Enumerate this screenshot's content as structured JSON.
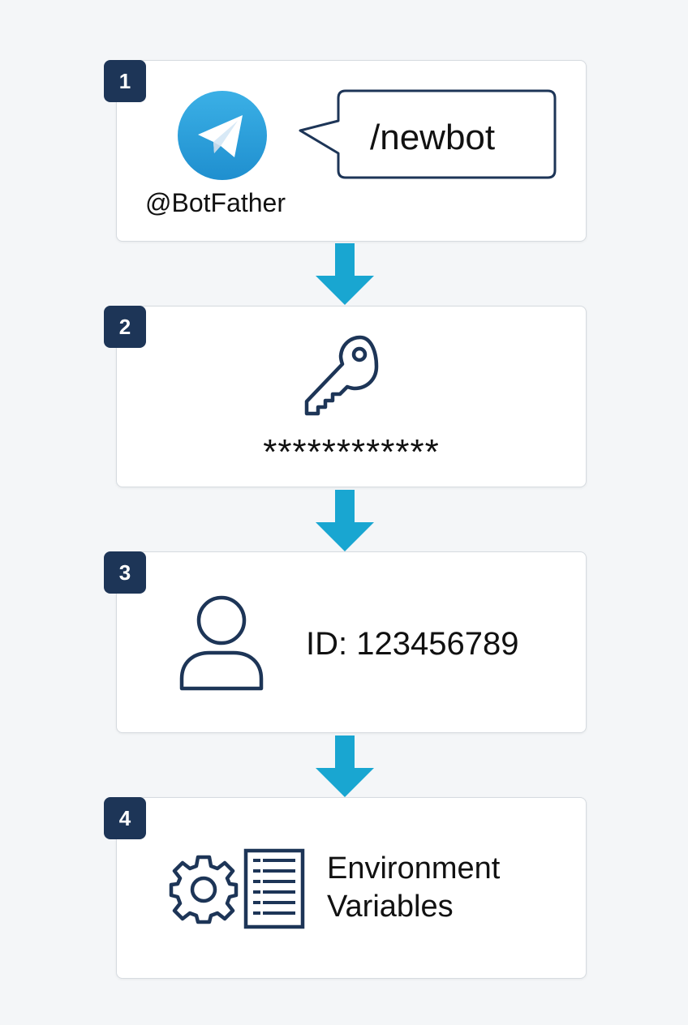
{
  "steps": [
    {
      "number": "1",
      "icon": "telegram-icon",
      "label": "@BotFather",
      "bubble_text": "/newbot"
    },
    {
      "number": "2",
      "icon": "key-icon",
      "masked_token": "************"
    },
    {
      "number": "3",
      "icon": "user-icon",
      "id_text": "ID: 123456789"
    },
    {
      "number": "4",
      "icons": [
        "gear-icon",
        "document-list-icon"
      ],
      "title_line1": "Environment",
      "title_line2": "Variables"
    }
  ],
  "colors": {
    "badge": "#1d3557",
    "arrow": "#19a6d1",
    "icon_stroke": "#1d3557",
    "telegram": "#2aa3de"
  }
}
